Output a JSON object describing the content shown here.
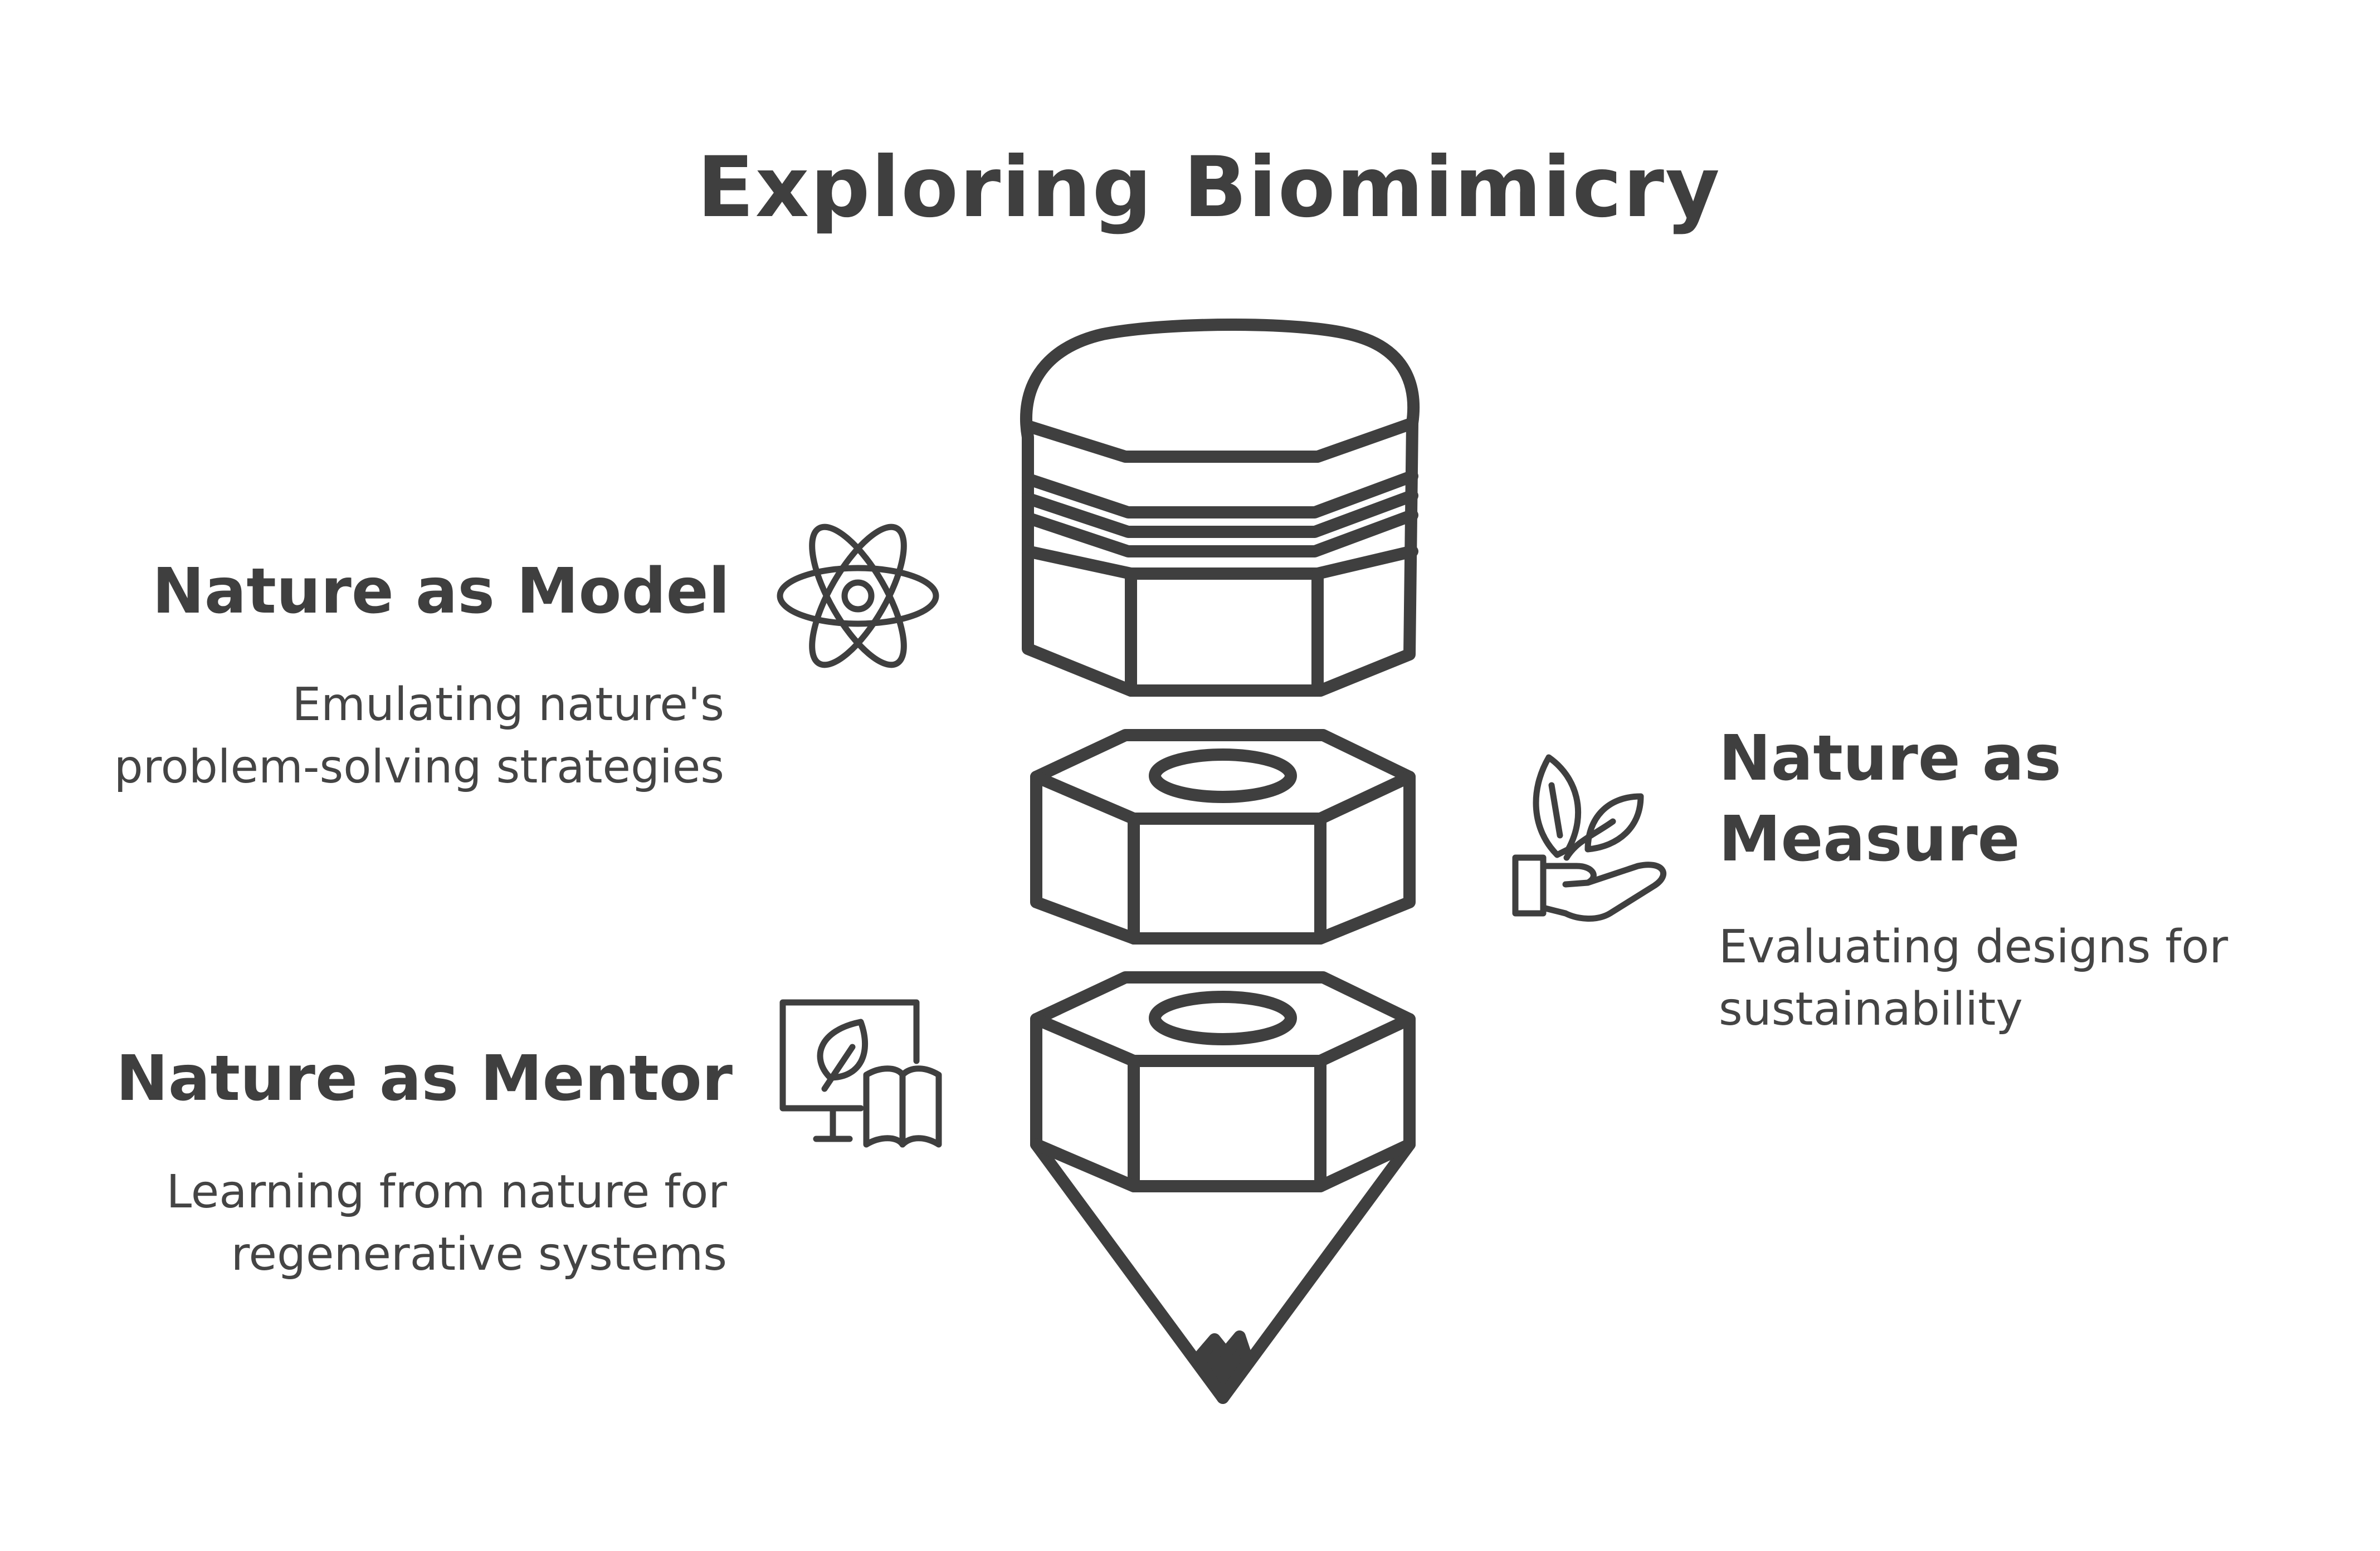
{
  "title": "Exploring Biomimicry",
  "sections": [
    {
      "heading": "Nature as Model",
      "description_lines": [
        "Emulating nature's",
        "problem-solving strategies"
      ],
      "icon": "atom-icon"
    },
    {
      "heading_lines": [
        "Nature as",
        "Measure"
      ],
      "description_lines": [
        "Evaluating designs for",
        "sustainability"
      ],
      "icon": "hand-holding-plant-icon"
    },
    {
      "heading": "Nature as Mentor",
      "description_lines": [
        "Learning from nature for",
        "regenerative systems"
      ],
      "icon": "computer-book-leaf-icon"
    }
  ],
  "colors": {
    "ink": "#3f3f3f",
    "background": "#ffffff"
  }
}
